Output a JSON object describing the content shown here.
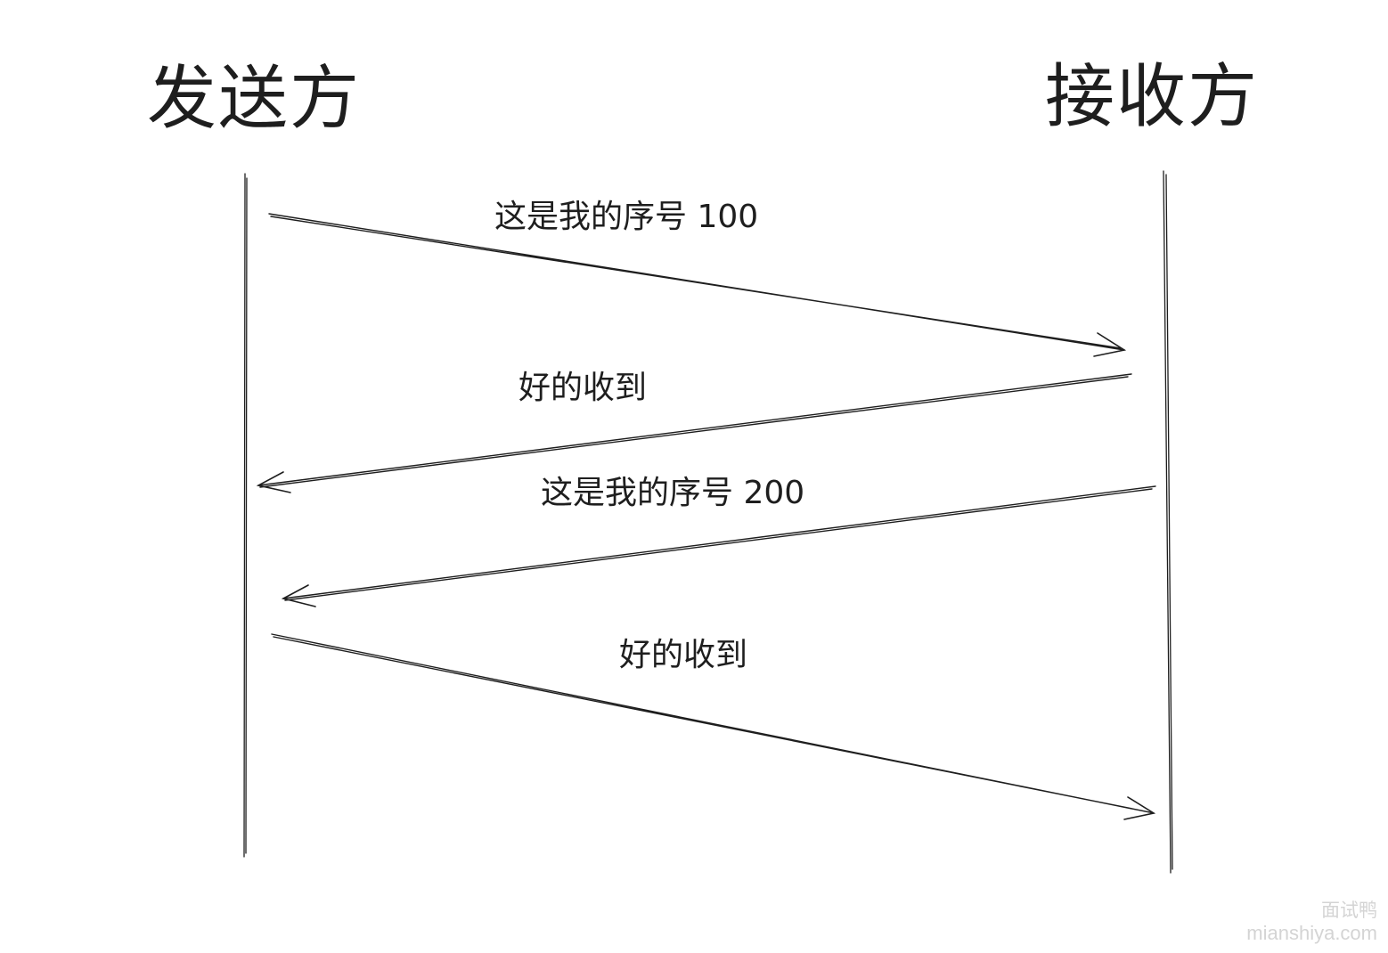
{
  "actors": {
    "sender": "发送方",
    "receiver": "接收方"
  },
  "messages": [
    {
      "label": "这是我的序号 100",
      "direction": "sender-to-receiver"
    },
    {
      "label": "好的收到",
      "direction": "receiver-to-sender"
    },
    {
      "label": "这是我的序号 200",
      "direction": "receiver-to-sender"
    },
    {
      "label": "好的收到",
      "direction": "sender-to-receiver"
    }
  ],
  "watermark": {
    "name": "面试鸭",
    "url": "mianshiya.com"
  },
  "colors": {
    "stroke": "#1e1e1e",
    "watermark": "#d4d4d4"
  }
}
